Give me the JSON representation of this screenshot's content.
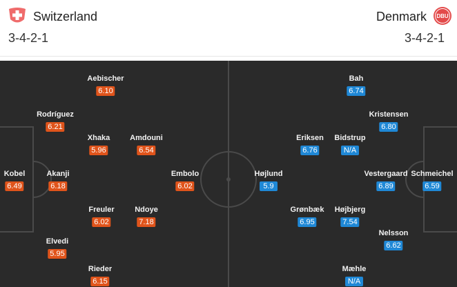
{
  "home": {
    "name": "Switzerland",
    "formation": "3-4-2-1",
    "logo_icon": "swiss-crest-icon",
    "rating_color": "#e0541b",
    "players": [
      {
        "name": "Kobel",
        "rating": "6.49"
      },
      {
        "name": "Akanji",
        "rating": "6.18"
      },
      {
        "name": "Rodríguez",
        "rating": "6.21"
      },
      {
        "name": "Elvedi",
        "rating": "5.95"
      },
      {
        "name": "Aebischer",
        "rating": "6.10"
      },
      {
        "name": "Xhaka",
        "rating": "5.96"
      },
      {
        "name": "Freuler",
        "rating": "6.02"
      },
      {
        "name": "Rieder",
        "rating": "6.15"
      },
      {
        "name": "Amdouni",
        "rating": "6.54"
      },
      {
        "name": "Ndoye",
        "rating": "7.18"
      },
      {
        "name": "Embolo",
        "rating": "6.02"
      }
    ]
  },
  "away": {
    "name": "Denmark",
    "formation": "3-4-2-1",
    "logo_icon": "dbu-crest-icon",
    "logo_text": "DBU",
    "rating_color": "#1f88d6",
    "players": [
      {
        "name": "Schmeichel",
        "rating": "6.59"
      },
      {
        "name": "Vestergaard",
        "rating": "6.89"
      },
      {
        "name": "Kristensen",
        "rating": "6.80"
      },
      {
        "name": "Nelsson",
        "rating": "6.62"
      },
      {
        "name": "Bah",
        "rating": "6.74"
      },
      {
        "name": "Bidstrup",
        "rating": "N/A"
      },
      {
        "name": "Højbjerg",
        "rating": "7.54"
      },
      {
        "name": "Mæhle",
        "rating": "N/A"
      },
      {
        "name": "Eriksen",
        "rating": "6.76"
      },
      {
        "name": "Grønbæk",
        "rating": "6.95"
      },
      {
        "name": "Højlund",
        "rating": "5.9"
      }
    ]
  },
  "pitch_color": "#2a2a2a"
}
